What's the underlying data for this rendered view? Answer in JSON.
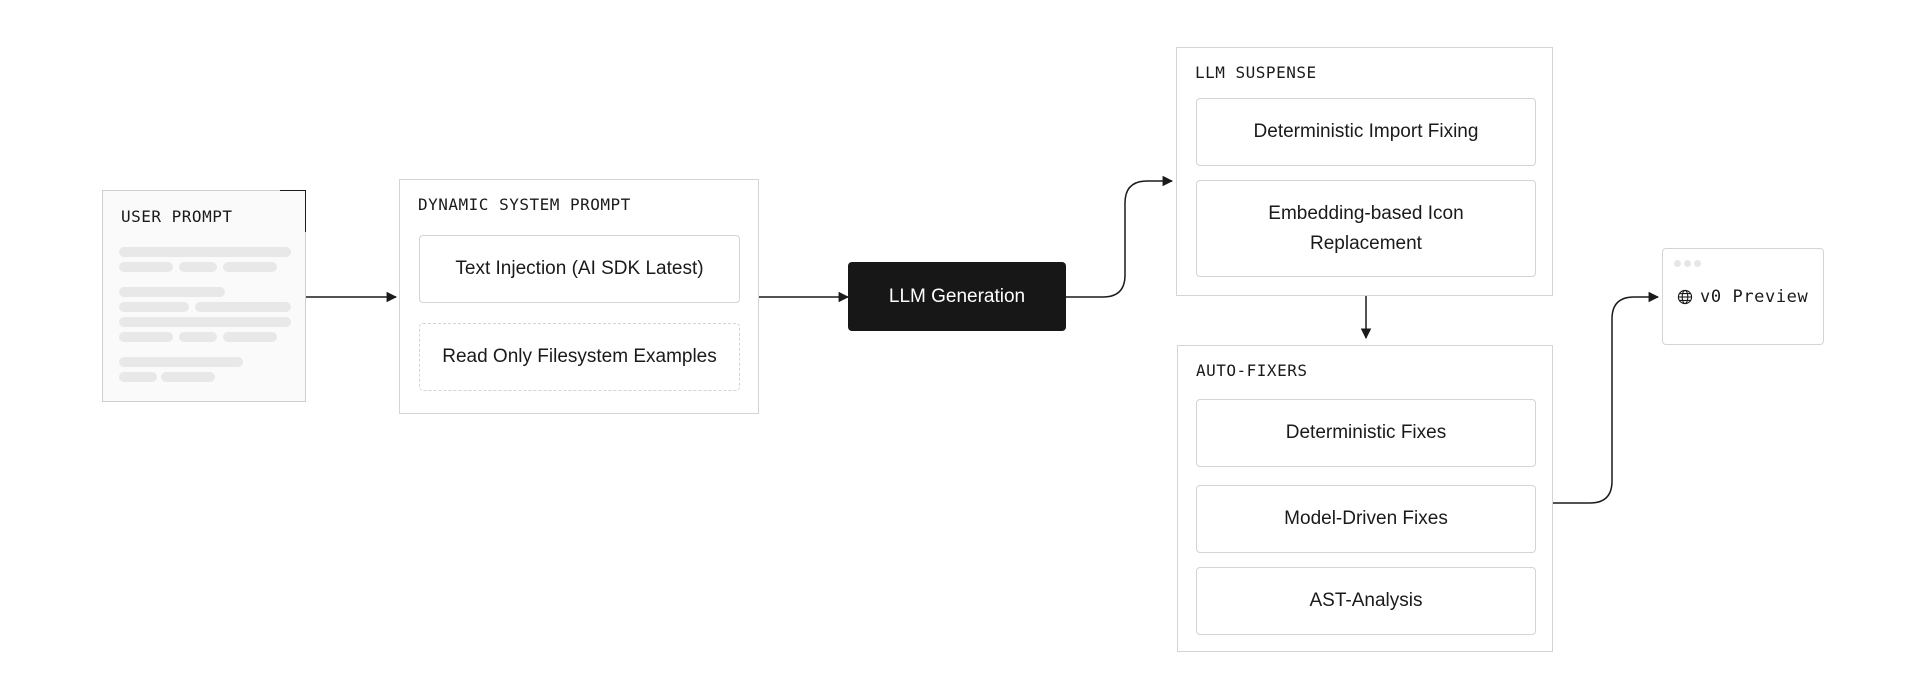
{
  "user_prompt": {
    "title": "USER PROMPT"
  },
  "dynamic_system_prompt": {
    "title": "DYNAMIC SYSTEM PROMPT",
    "items": [
      "Text Injection (AI SDK Latest)",
      "Read Only Filesystem Examples"
    ]
  },
  "llm_generation": {
    "label": "LLM Generation"
  },
  "llm_suspense": {
    "title": "LLM SUSPENSE",
    "items": [
      "Deterministic Import Fixing",
      "Embedding-based Icon Replacement"
    ]
  },
  "auto_fixers": {
    "title": "AUTO-FIXERS",
    "items": [
      "Deterministic Fixes",
      "Model-Driven Fixes",
      "AST-Analysis"
    ]
  },
  "preview": {
    "label": "v0 Preview",
    "icon": "globe-icon"
  },
  "colors": {
    "accent_dark": "#171717",
    "border": "#d4d4d4",
    "placeholder": "#e8e8e8"
  }
}
